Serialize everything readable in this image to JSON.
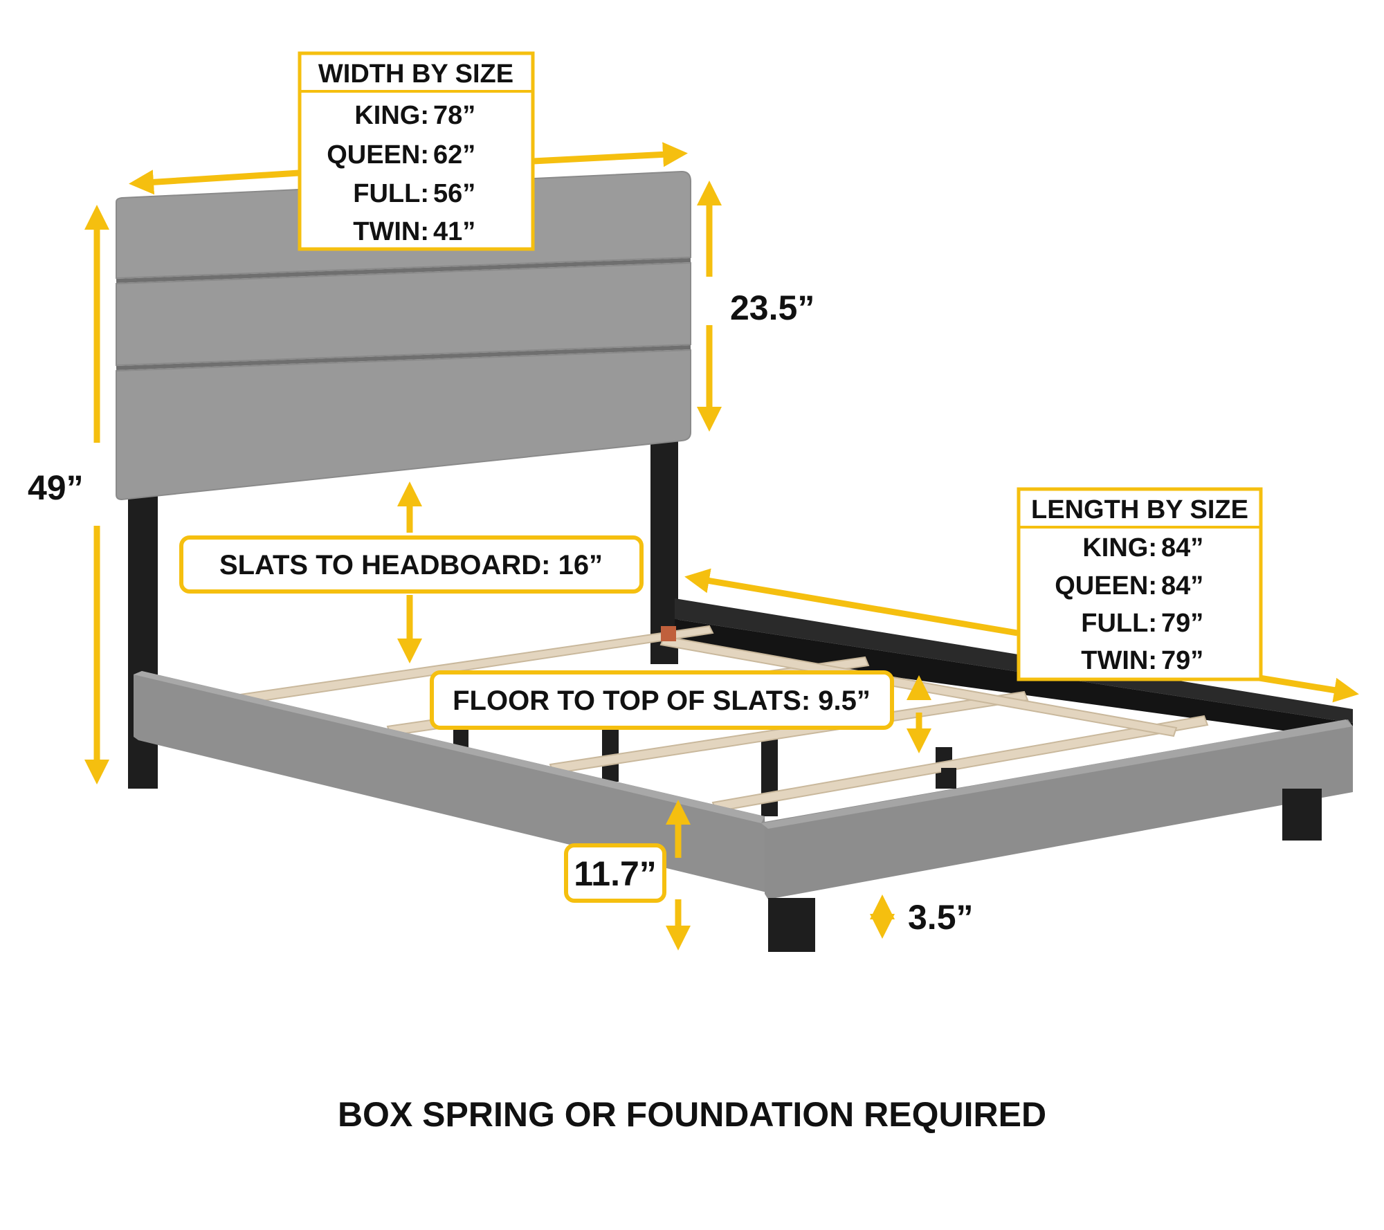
{
  "colors": {
    "accent": "#F5BF0F",
    "upholstery": "#9a9a9a",
    "upholstery_dark": "#7f7f7f",
    "legs": "#1e1e1e",
    "slats": "#e3d5bf"
  },
  "width_table": {
    "title": "WIDTH BY SIZE",
    "rows": [
      {
        "size": "KING:",
        "value": "78”"
      },
      {
        "size": "QUEEN:",
        "value": "62”"
      },
      {
        "size": "FULL:",
        "value": "56”"
      },
      {
        "size": "TWIN:",
        "value": "41”"
      }
    ]
  },
  "length_table": {
    "title": "LENGTH BY SIZE",
    "rows": [
      {
        "size": "KING:",
        "value": "84”"
      },
      {
        "size": "QUEEN:",
        "value": "84”"
      },
      {
        "size": "FULL:",
        "value": "79”"
      },
      {
        "size": "TWIN:",
        "value": "79”"
      }
    ]
  },
  "dimensions": {
    "overall_height": "49”",
    "headboard_height": "23.5”",
    "slats_to_headboard": "SLATS TO HEADBOARD: 16”",
    "floor_to_slats": "FLOOR TO TOP OF SLATS: 9.5”",
    "frame_height": "11.7”",
    "leg_height": "3.5”"
  },
  "footer_note": "BOX SPRING OR FOUNDATION REQUIRED"
}
